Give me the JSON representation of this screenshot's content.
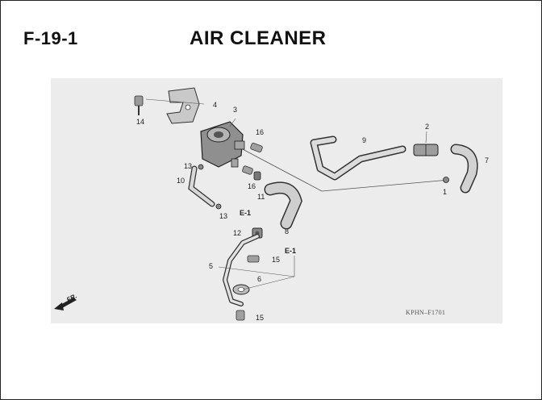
{
  "header": {
    "section_code": "F-19-1",
    "title": "AIR CLEANER"
  },
  "diagram": {
    "callouts": {
      "c1": "1",
      "c2": "2",
      "c3": "3",
      "c4": "4",
      "c5": "5",
      "c6": "6",
      "c7": "7",
      "c8": "8",
      "c9": "9",
      "c10": "10",
      "c11": "11",
      "c12": "12",
      "c13a": "13",
      "c13b": "13",
      "c14": "14",
      "c15a": "15",
      "c15b": "15",
      "c16a": "16",
      "c16b": "16"
    },
    "references": {
      "r1": "E-1",
      "r2": "E-1"
    },
    "front_marker": "FR.",
    "catalog_code": "KPHN–F1701"
  }
}
